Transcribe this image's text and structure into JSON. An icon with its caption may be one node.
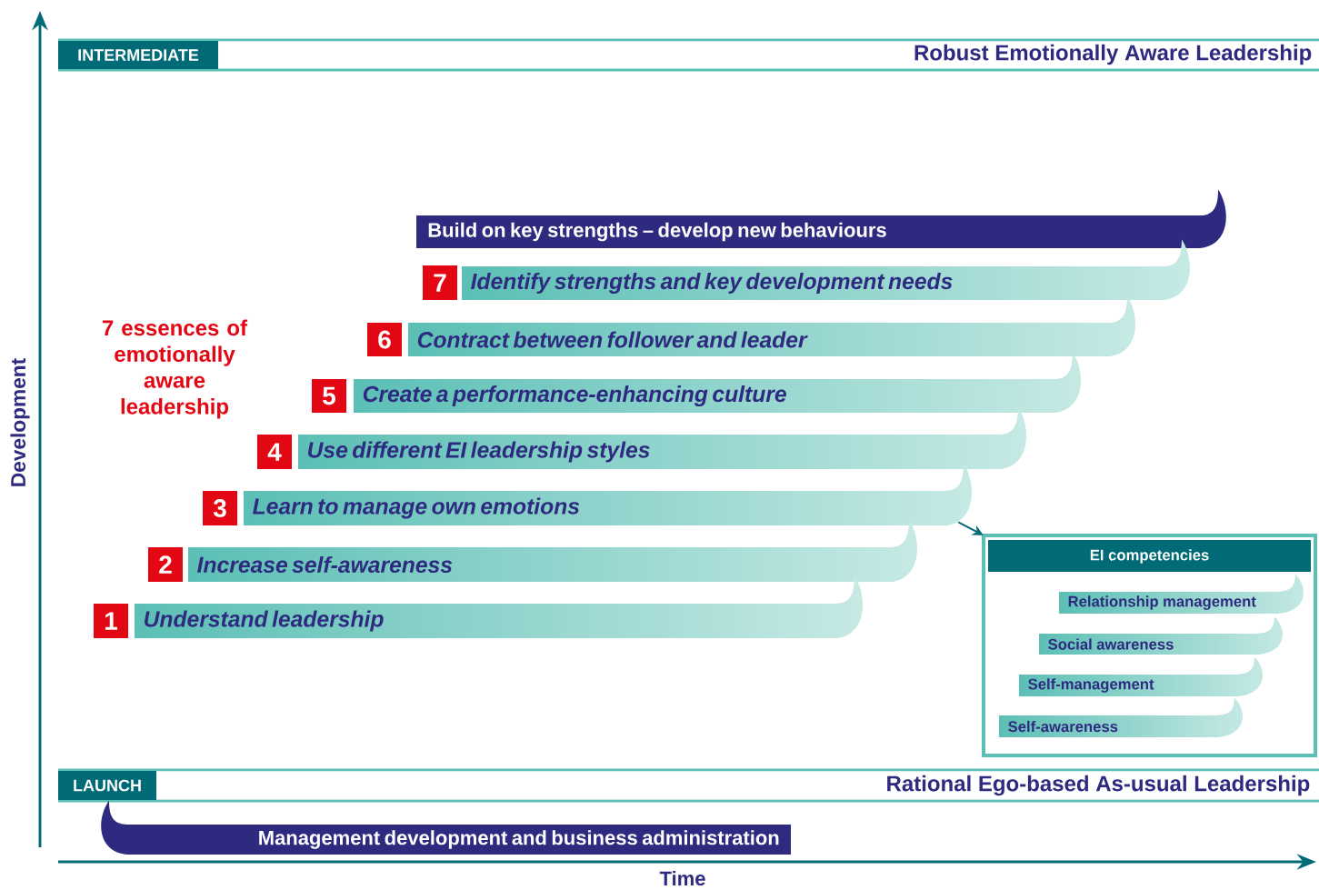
{
  "diagram": {
    "nodes": [
      {
        "text": [
          "INTERMEDIATE"
        ]
      },
      {
        "text": [
          "Build on key strengths – develop new behaviours"
        ]
      },
      {
        "text": [
          "7"
        ]
      },
      {
        "text": [
          "Identify strengths and key development needs"
        ]
      },
      {
        "text": [
          "6"
        ]
      },
      {
        "text": [
          "Contract between follower and leader"
        ]
      },
      {
        "text": [
          "5"
        ]
      },
      {
        "text": [
          "Create a performance-enhancing culture"
        ]
      },
      {
        "text": [
          "4"
        ]
      },
      {
        "text": [
          "Use different EI leadership styles"
        ]
      },
      {
        "text": [
          "3"
        ]
      },
      {
        "text": [
          "Learn to manage own emotions"
        ]
      },
      {
        "text": [
          "EI competencies"
        ]
      },
      {
        "text": [
          "Relationship management"
        ],
        "in": 12
      },
      {
        "text": [
          "Social awareness"
        ],
        "in": 12
      },
      {
        "text": [
          "Self-management"
        ],
        "in": 12
      },
      {
        "text": [
          "Self-awareness"
        ],
        "in": 12
      },
      {
        "text": [
          "2"
        ]
      },
      {
        "text": [
          "Increase self-awareness"
        ]
      },
      {
        "text": [
          "1"
        ]
      },
      {
        "text": [
          "Understand leadership"
        ]
      },
      {
        "text": [
          "LAUNCH"
        ]
      },
      {
        "text": [
          "Management development and business administration"
        ]
      }
    ],
    "edges": [
      {
        "from": 11,
        "to": 12,
        "arrow": "to"
      }
    ],
    "labels": [
      "Robust Emotionally Aware Leadership",
      "7 essences of emotionally aware leadership",
      "Development",
      "Rational Ego-based As-usual Leadership",
      "Time"
    ]
  }
}
